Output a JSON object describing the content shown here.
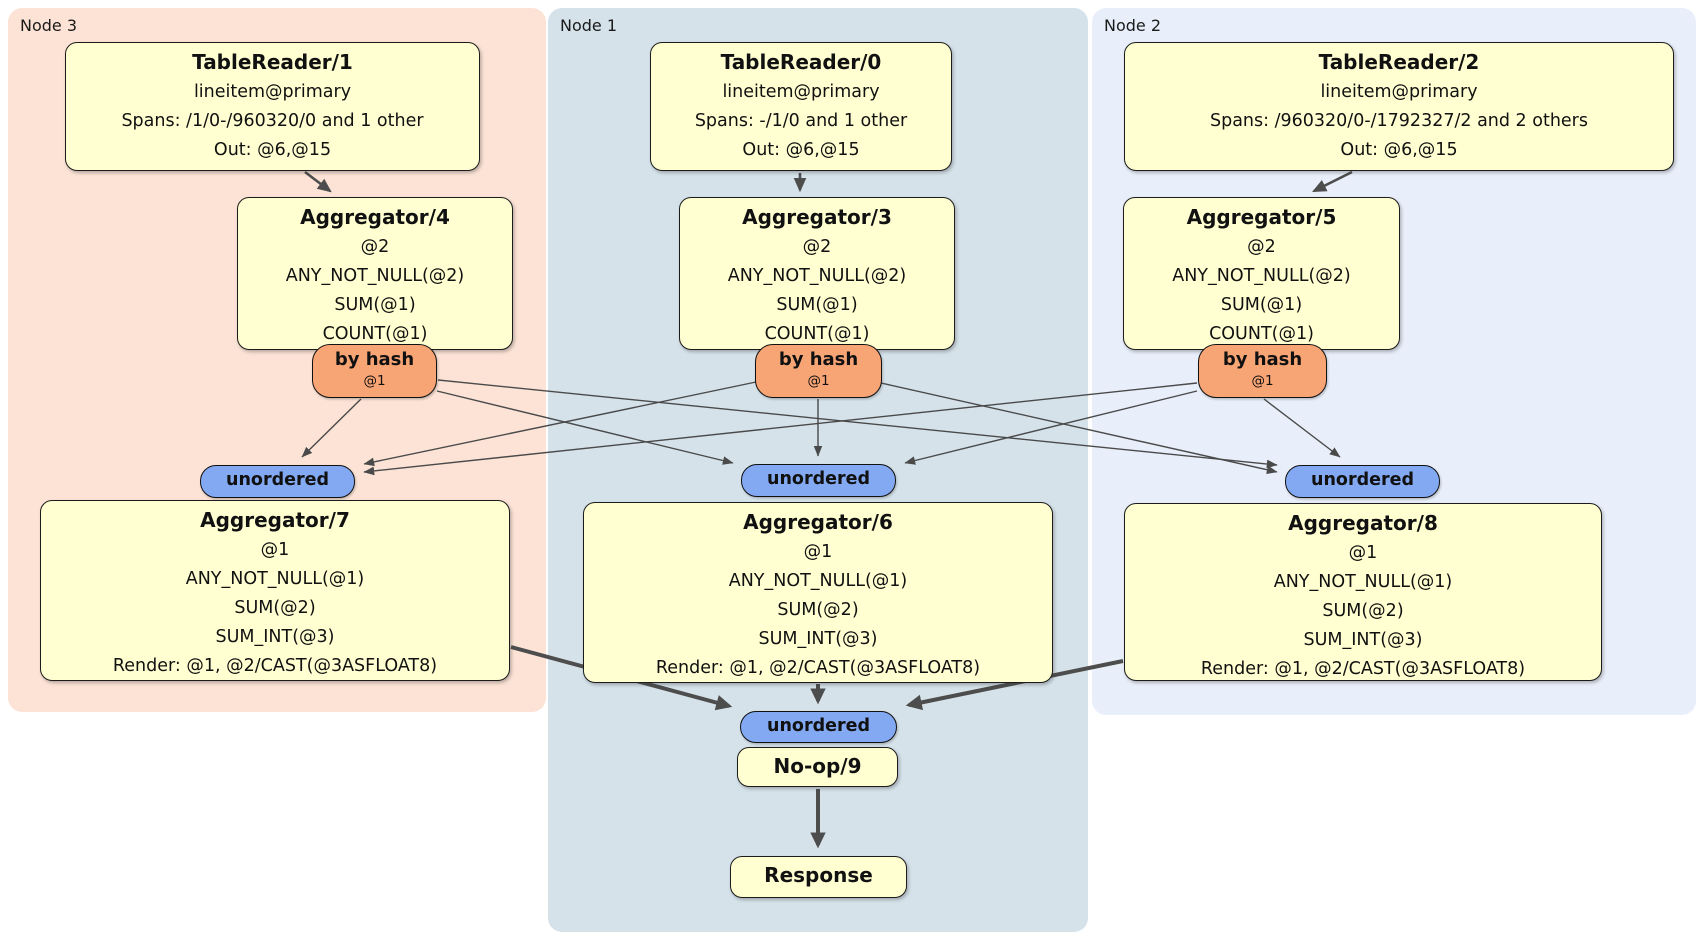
{
  "colors": {
    "node3_bg": "#fce3d5",
    "node1_bg": "#d5e2ea",
    "node2_bg": "#e9effa",
    "box_bg": "#ffffd1",
    "hash_pill_bg": "#f8a575",
    "unordered_pill_bg": "#82a9f2",
    "edge": "#4a4a4a"
  },
  "regions": {
    "node3": {
      "label": "Node 3"
    },
    "node1": {
      "label": "Node 1"
    },
    "node2": {
      "label": "Node 2"
    }
  },
  "boxes": {
    "tr1": {
      "title": "TableReader/1",
      "lines": [
        "lineitem@primary",
        "Spans: /1/0-/960320/0 and 1 other",
        "Out: @6,@15"
      ]
    },
    "tr0": {
      "title": "TableReader/0",
      "lines": [
        "lineitem@primary",
        "Spans: -/1/0 and 1 other",
        "Out: @6,@15"
      ]
    },
    "tr2": {
      "title": "TableReader/2",
      "lines": [
        "lineitem@primary",
        "Spans: /960320/0-/1792327/2 and 2 others",
        "Out: @6,@15"
      ]
    },
    "agg4": {
      "title": "Aggregator/4",
      "lines": [
        "@2",
        "ANY_NOT_NULL(@2)",
        "SUM(@1)",
        "COUNT(@1)"
      ]
    },
    "agg3": {
      "title": "Aggregator/3",
      "lines": [
        "@2",
        "ANY_NOT_NULL(@2)",
        "SUM(@1)",
        "COUNT(@1)"
      ]
    },
    "agg5": {
      "title": "Aggregator/5",
      "lines": [
        "@2",
        "ANY_NOT_NULL(@2)",
        "SUM(@1)",
        "COUNT(@1)"
      ]
    },
    "agg7": {
      "title": "Aggregator/7",
      "lines": [
        "@1",
        "ANY_NOT_NULL(@1)",
        "SUM(@2)",
        "SUM_INT(@3)",
        "Render: @1, @2/CAST(@3ASFLOAT8)"
      ]
    },
    "agg6": {
      "title": "Aggregator/6",
      "lines": [
        "@1",
        "ANY_NOT_NULL(@1)",
        "SUM(@2)",
        "SUM_INT(@3)",
        "Render: @1, @2/CAST(@3ASFLOAT8)"
      ]
    },
    "agg8": {
      "title": "Aggregator/8",
      "lines": [
        "@1",
        "ANY_NOT_NULL(@1)",
        "SUM(@2)",
        "SUM_INT(@3)",
        "Render: @1, @2/CAST(@3ASFLOAT8)"
      ]
    },
    "noop": {
      "title": "No-op/9"
    },
    "response": {
      "title": "Response"
    }
  },
  "pills": {
    "by_hash": "by hash",
    "hash_key": "@1",
    "unordered": "unordered"
  }
}
